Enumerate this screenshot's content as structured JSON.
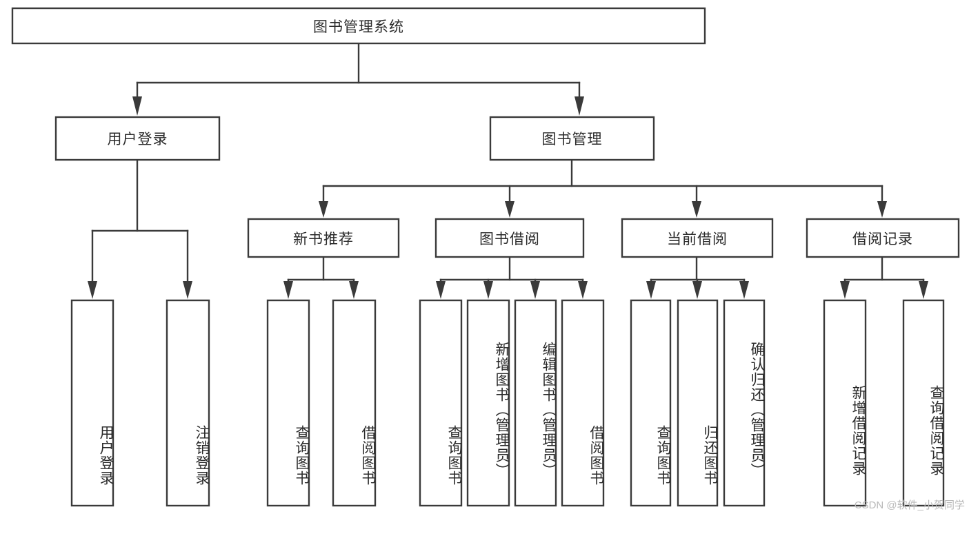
{
  "diagram": {
    "type": "tree-hierarchy-chart",
    "title": "图书管理系统",
    "root": {
      "id": "root",
      "label": "图书管理系统"
    },
    "level2": [
      {
        "id": "user-login",
        "label": "用户登录"
      },
      {
        "id": "book-manage",
        "label": "图书管理"
      }
    ],
    "level3": [
      {
        "id": "new-book-rec",
        "label": "新书推荐",
        "parent": "book-manage"
      },
      {
        "id": "book-borrow",
        "label": "图书借阅",
        "parent": "book-manage"
      },
      {
        "id": "current-borrow",
        "label": "当前借阅",
        "parent": "book-manage"
      },
      {
        "id": "borrow-record",
        "label": "借阅记录",
        "parent": "book-manage"
      }
    ],
    "leaves": [
      {
        "id": "leaf-user-login",
        "label": "用户登录",
        "parent": "user-login"
      },
      {
        "id": "leaf-logout",
        "label": "注销登录",
        "parent": "user-login"
      },
      {
        "id": "leaf-query-book-1",
        "label": "查询图书",
        "parent": "new-book-rec"
      },
      {
        "id": "leaf-borrow-book-1",
        "label": "借阅图书",
        "parent": "new-book-rec"
      },
      {
        "id": "leaf-query-book-2",
        "label": "查询图书",
        "parent": "book-borrow"
      },
      {
        "id": "leaf-add-book",
        "label": "新增图书（管理员）",
        "parent": "book-borrow"
      },
      {
        "id": "leaf-edit-book",
        "label": "编辑图书（管理员）",
        "parent": "book-borrow"
      },
      {
        "id": "leaf-borrow-book-2",
        "label": "借阅图书",
        "parent": "book-borrow"
      },
      {
        "id": "leaf-query-book-3",
        "label": "查询图书",
        "parent": "current-borrow"
      },
      {
        "id": "leaf-return-book",
        "label": "归还图书",
        "parent": "current-borrow"
      },
      {
        "id": "leaf-confirm-return",
        "label": "确认归还（管理员）",
        "parent": "current-borrow"
      },
      {
        "id": "leaf-add-record",
        "label": "新增借阅记录",
        "parent": "borrow-record"
      },
      {
        "id": "leaf-query-record",
        "label": "查询借阅记录",
        "parent": "borrow-record"
      }
    ],
    "colors": {
      "stroke": "#3a3a3a",
      "fill": "#ffffff",
      "text": "#2b2b2b",
      "background": "#ffffff",
      "watermark": "#b9b9b9"
    }
  },
  "watermark": {
    "text": "CSDN @软件_小贺同学"
  }
}
